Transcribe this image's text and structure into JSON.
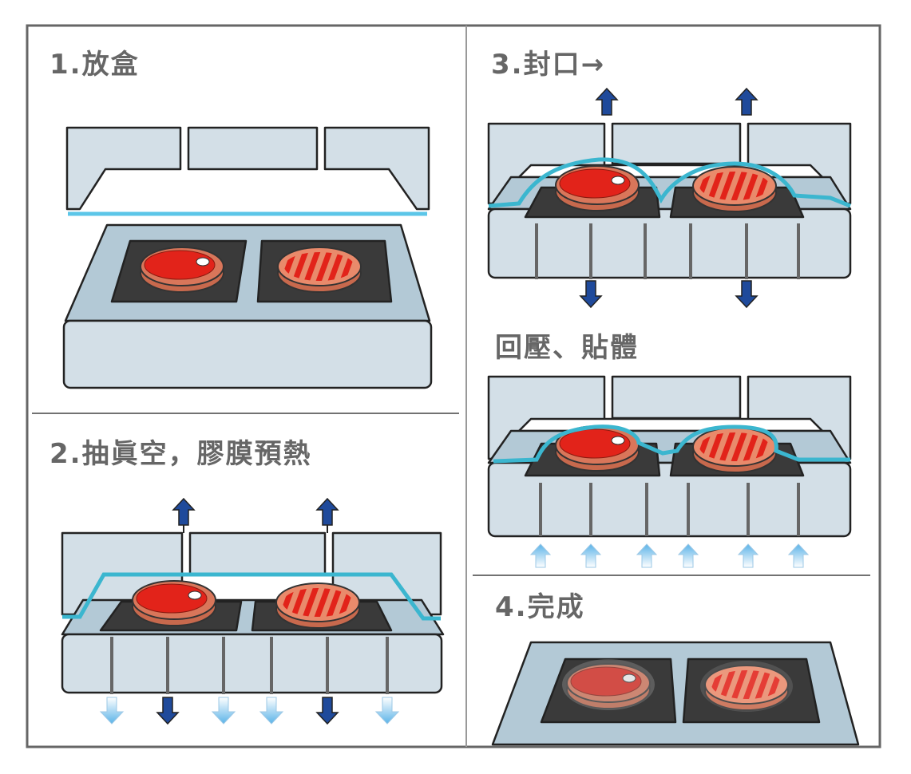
{
  "steps": {
    "step1_title": "1.放盒",
    "step2_title": "2.抽眞空，膠膜預熱",
    "step3_title": "3.封口→",
    "step3b_title": "回壓、貼體",
    "step4_title": "4.完成"
  },
  "colors": {
    "frame": "#666666",
    "machine": "#d3dfe7",
    "machine_top": "#b3c9d6",
    "tray": "#3a3a3a",
    "film": "#3bb6cf",
    "arrow_dark": "#1f4a9b",
    "arrow_light": "#5bb3e8",
    "meat_red": "#e2231a",
    "meat_edge": "#c8694d"
  },
  "icons": [
    "arrow-up-icon",
    "arrow-down-icon",
    "steak-icon",
    "grilled-steak-icon"
  ]
}
